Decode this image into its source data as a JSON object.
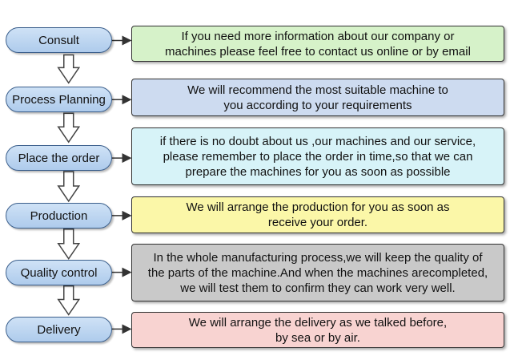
{
  "steps": [
    {
      "label": "Consult",
      "lines": [
        "If you need more information about our company or",
        "machines  please feel free to contact us online or by email"
      ],
      "fill": "#d6f2c9"
    },
    {
      "label": "Process Planning",
      "lines": [
        "We will recommend the most suitable machine to",
        "you according to your requirements"
      ],
      "fill": "#cddbf0"
    },
    {
      "label": "Place the order",
      "lines": [
        "if there is no doubt about us ,our machines and our service,",
        "please remember to place the order in time,so that we can",
        "prepare the machines for you as soon as possible"
      ],
      "fill": "#d7f3f8"
    },
    {
      "label": "Production",
      "lines": [
        "We will arrange the production for you as soon as",
        "receive your order."
      ],
      "fill": "#fbf7a8"
    },
    {
      "label": "Quality control",
      "lines": [
        "In the whole manufacturing process,we will keep the quality of",
        "the parts of the machine.And when the machines arecompleted,",
        "we will test them to confirm they can work very well."
      ],
      "fill": "#c9c9c9"
    },
    {
      "label": "Delivery",
      "lines": [
        "We will arrange the delivery as we talked before,",
        "by sea or by air."
      ],
      "fill": "#f8d3d1"
    }
  ]
}
